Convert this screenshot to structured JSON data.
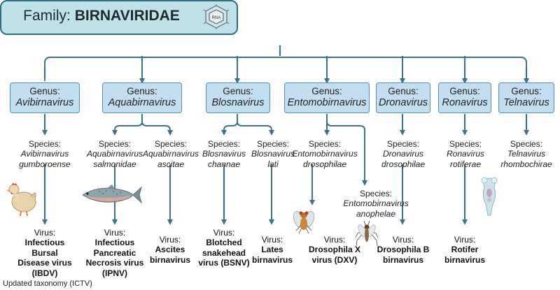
{
  "family": {
    "label": "Family:",
    "name": "BIRNAVIRIDAE",
    "icon_text": "RNA"
  },
  "genera": [
    {
      "label": "Genus:",
      "name": "Avibirnavirus"
    },
    {
      "label": "Genus:",
      "name": "Aquabirnavirus"
    },
    {
      "label": "Genus:",
      "name": "Blosnavirus"
    },
    {
      "label": "Genus:",
      "name": "Entomobirnavirus"
    },
    {
      "label": "Genus:",
      "name": "Dronavirus"
    },
    {
      "label": "Genus:",
      "name": "Ronavirus"
    },
    {
      "label": "Genus:",
      "name": "Telnavirus"
    }
  ],
  "species": [
    {
      "label": "Species:",
      "line1": "Avibirnavirus",
      "line2": "gumboroense"
    },
    {
      "label": "Species:",
      "line1": "Aquabirnavirus",
      "line2": "salmonidae"
    },
    {
      "label": "Species:",
      "line1": "Aquabirnavirus",
      "line2": "ascitae"
    },
    {
      "label": "Species:",
      "line1": "Blosnavirus",
      "line2": "channae"
    },
    {
      "label": "Species:",
      "line1": "Blosnavirus",
      "line2": "lati"
    },
    {
      "label": "Species:",
      "line1": "Entomobirnavirus",
      "line2": "drosophilae"
    },
    {
      "label": "Species:",
      "line1": "Entomobirnavirus",
      "line2": "anophelae"
    },
    {
      "label": "Species:",
      "line1": "Dronavirus",
      "line2": "drosophilae"
    },
    {
      "label": "Species:",
      "line1": "Ronavirus",
      "line2": "rotiferae"
    },
    {
      "label": "Species:",
      "line1": "Telnavirus",
      "line2": "rhombochirae"
    }
  ],
  "viruses": [
    {
      "label": "Virus:",
      "lines": [
        "Infectious",
        "Bursal",
        "Disease virus",
        "(IBDV)"
      ]
    },
    {
      "label": "Virus:",
      "lines": [
        "Infectious",
        "Pancreatic",
        "Necrosis virus",
        "(IPNV)"
      ]
    },
    {
      "label": "Virus:",
      "lines": [
        "Ascites",
        "birnavirus"
      ]
    },
    {
      "label": "Virus:",
      "lines": [
        "Blotched",
        "snakehead",
        "virus (BSNV)"
      ]
    },
    {
      "label": "Virus:",
      "lines": [
        "Lates",
        "birnavirus"
      ]
    },
    {
      "label": "Virus:",
      "lines": [
        "Drosophila X",
        "virus (DXV)"
      ]
    },
    {
      "label": "Virus:",
      "lines": [
        "Drosophila B",
        "birnavirus"
      ]
    },
    {
      "label": "Virus:",
      "lines": [
        "Rotifer",
        "birnavirus"
      ]
    }
  ],
  "footnote": "Updated taxonomy (ICTV)",
  "colors": {
    "line": "#3d7389",
    "family_fill": "#bfe1ea",
    "genus_fill": "#c3def0"
  },
  "icons": [
    "virus-capsid-icon",
    "chicken-icon",
    "salmon-icon",
    "fruit-fly-icon",
    "mosquito-icon",
    "rotifer-icon"
  ]
}
